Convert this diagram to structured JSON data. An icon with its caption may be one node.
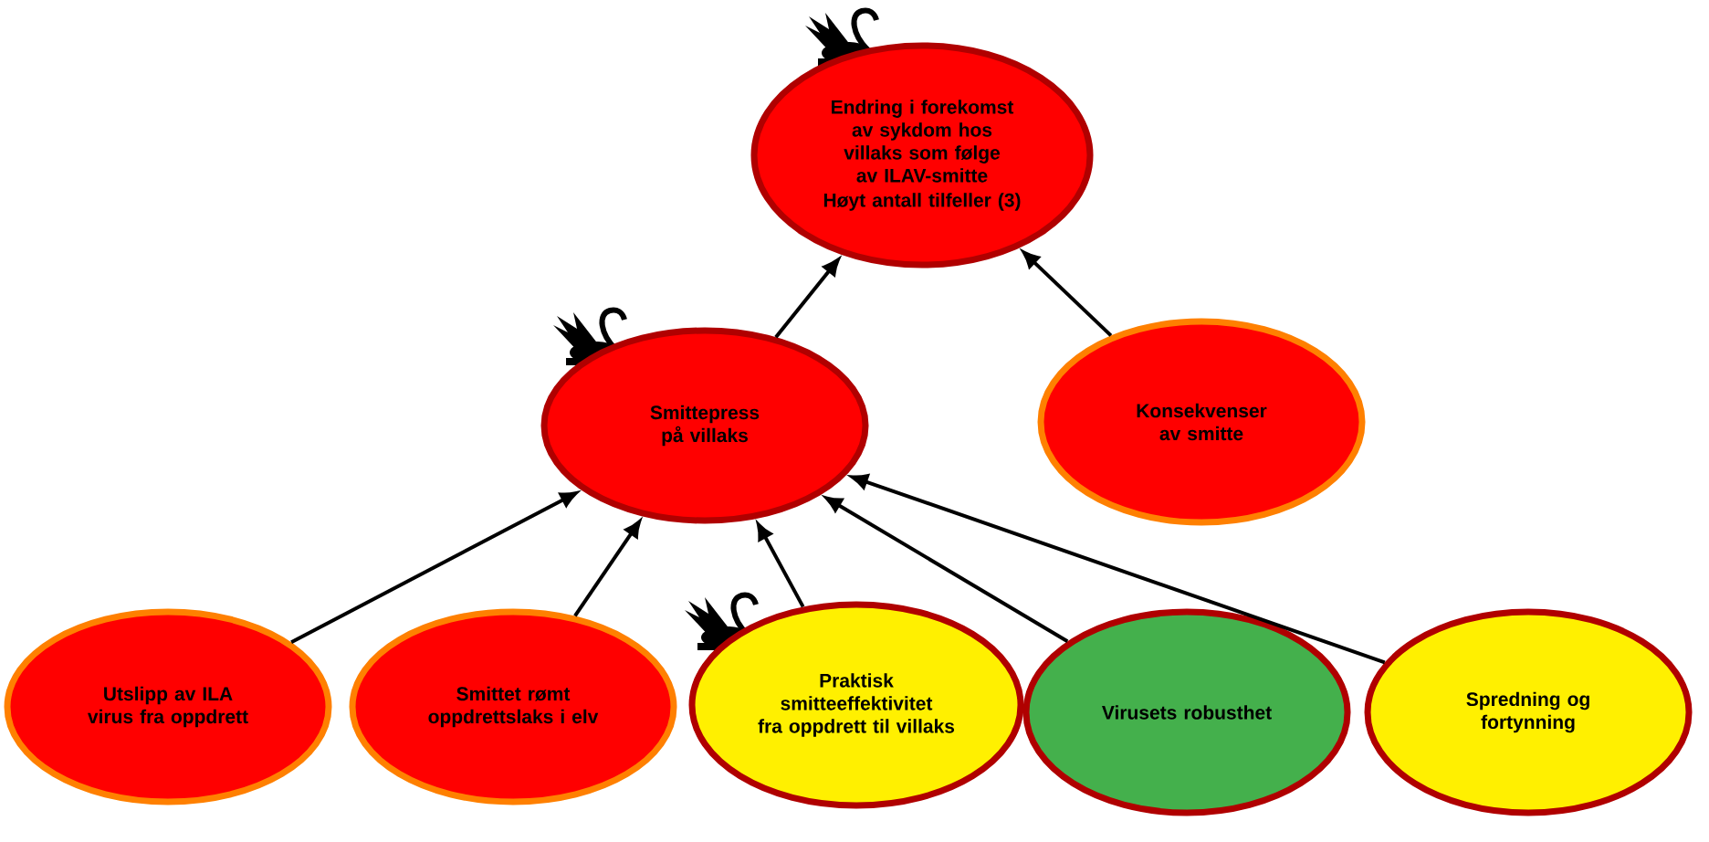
{
  "diagram": {
    "nodes": [
      {
        "text": [
          "Endring i forekomst av sykdom hos villaks som følge av ILAV-smitte",
          "Høyt antall tilfeller (3)"
        ]
      },
      {
        "text": [
          "Smittepress på villaks"
        ]
      },
      {
        "text": [
          "Konsekvenser av smitte"
        ]
      },
      {
        "text": [
          "Utslipp av ILA virus fra oppdrett"
        ]
      },
      {
        "text": [
          "Smittet rømt oppdrettslaks i elv"
        ]
      },
      {
        "text": [
          "Praktisk smitteeffektivitet fra oppdrett til villaks"
        ]
      },
      {
        "text": [
          "Virusets robusthet"
        ]
      },
      {
        "text": [
          "Spredning og fortynning"
        ]
      }
    ],
    "edges": [
      {
        "from": 1,
        "to": 0,
        "arrow": "to"
      },
      {
        "from": 2,
        "to": 0,
        "arrow": "to"
      },
      {
        "from": 3,
        "to": 1,
        "arrow": "to"
      },
      {
        "from": 4,
        "to": 1,
        "arrow": "to"
      },
      {
        "from": 5,
        "to": 1,
        "arrow": "to"
      },
      {
        "from": 6,
        "to": 1,
        "arrow": "to"
      },
      {
        "from": 7,
        "to": 1,
        "arrow": "to"
      }
    ]
  }
}
